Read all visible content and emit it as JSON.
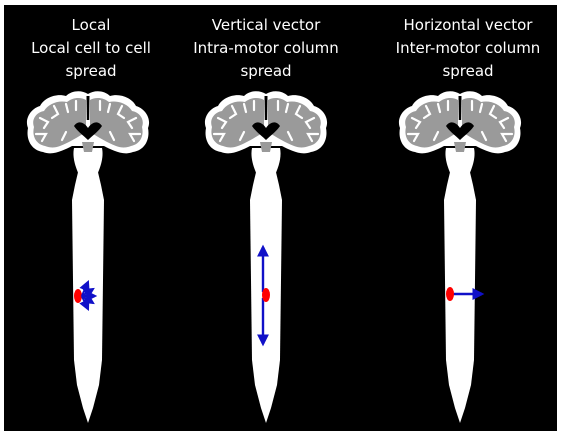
{
  "panels": [
    {
      "title": "Local",
      "subtitle_line1": "Local cell to cell",
      "subtitle_line2": "spread",
      "spread_type": "local radial spread"
    },
    {
      "title": "Vertical vector",
      "subtitle_line1": "Intra-motor column",
      "subtitle_line2": "spread",
      "spread_type": "vertical bidirectional spread"
    },
    {
      "title": "Horizontal vector",
      "subtitle_line1": "Inter-motor column",
      "subtitle_line2": "spread",
      "spread_type": "horizontal unidirectional spread"
    }
  ],
  "colors": {
    "background": "#000000",
    "cord": "#ffffff",
    "brain_matter": "#9a9a9a",
    "lesion": "#ff0000",
    "arrow": "#1010c8"
  }
}
